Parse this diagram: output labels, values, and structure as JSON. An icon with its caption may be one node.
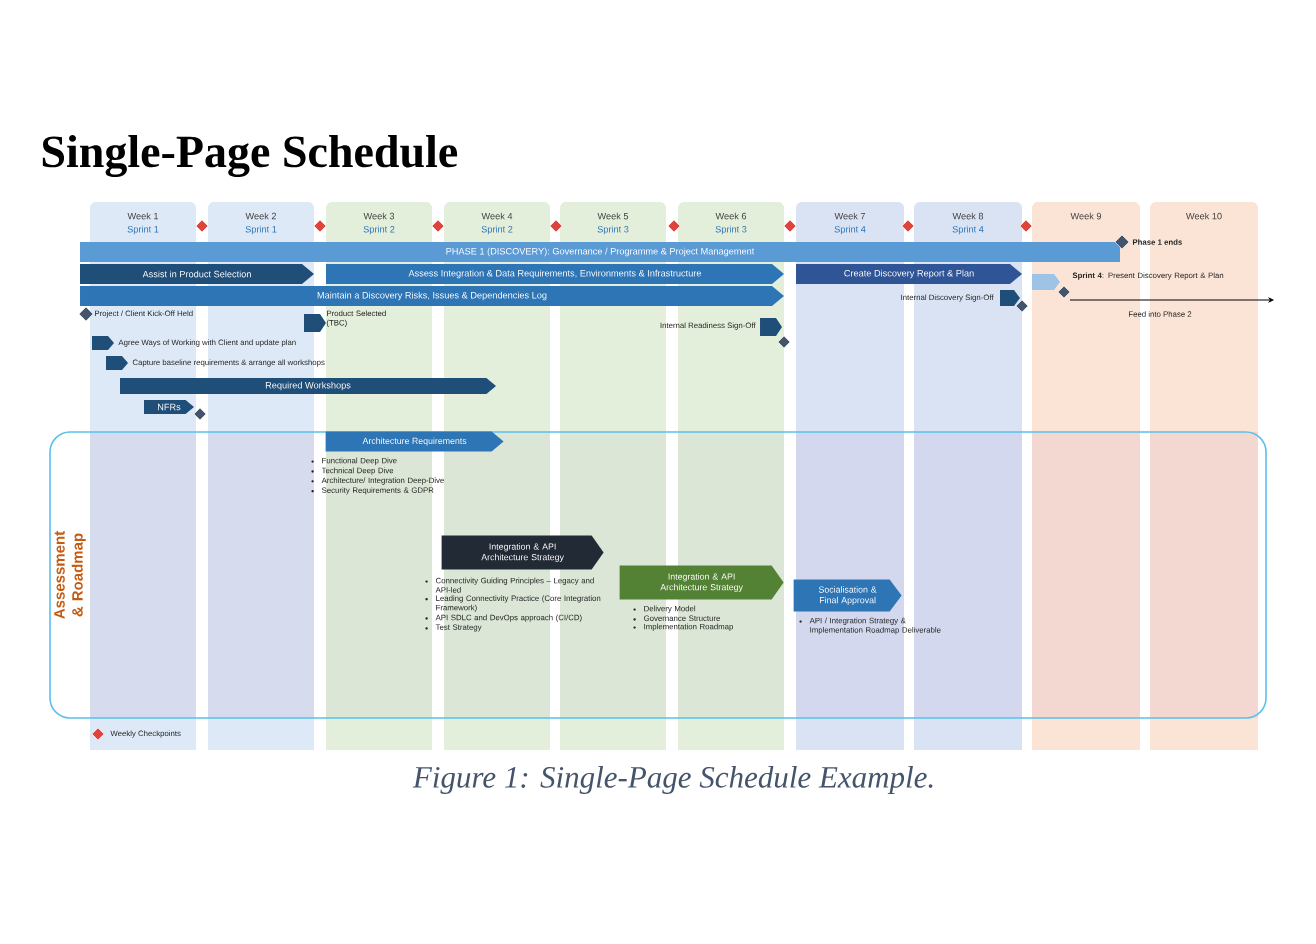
{
  "diagram": {
    "title": "Single-Page Schedule",
    "caption": "Figure 1: Single-Page Schedule Example.",
    "nodes": [
      {
        "text": [
          "PHASE 1 (DISCOVERY): Governance / Programme & Project Management"
        ]
      },
      {
        "text": [],
        "shape": "diamond",
        "beside": [
          "Phase 1 ends"
        ]
      },
      {
        "text": [
          "Assist in Product Selection"
        ]
      },
      {
        "text": [
          "Assess Integration & Data Requirements, Environments & Infrastructure"
        ]
      },
      {
        "text": [
          "Create Discovery Report & Plan"
        ]
      },
      {
        "text": [],
        "shape": "chevron",
        "beside": [
          "**Sprint 4**: Present Discovery Report & Plan"
        ]
      },
      {
        "text": [
          "Maintain a Discovery Risks, Issues & Dependencies Log"
        ]
      },
      {
        "text": [],
        "shape": "chevron",
        "beside": [
          "Internal Discovery Sign-Off"
        ]
      },
      {
        "text": [],
        "shape": "diamond",
        "beside": [
          "Project / Client Kick-Off Held"
        ]
      },
      {
        "text": [],
        "shape": "chevron",
        "beside": [
          "Product Selected (TBC)"
        ]
      },
      {
        "text": [],
        "shape": "chevron",
        "beside": [
          "Internal Readiness Sign-Off"
        ]
      },
      {
        "text": [],
        "shape": "chevron",
        "beside": [
          "Agree Ways of Working with Client and update plan"
        ]
      },
      {
        "text": [],
        "shape": "chevron",
        "beside": [
          "Capture baseline requirements & arrange all workshops"
        ]
      },
      {
        "text": [
          "Required Workshops"
        ]
      },
      {
        "text": [
          "NFRs"
        ]
      },
      {
        "text": [
          "Assessment & Roadmap"
        ]
      },
      {
        "text": [
          "Architecture Requirements"
        ],
        "in": 15,
        "beside": [
          "Functional Deep Dive",
          "Technical Deep Dive",
          "Architecture/ Integration Deep-Dive",
          "Security Requirements & GDPR"
        ]
      },
      {
        "text": [
          "Integration & API Architecture Strategy"
        ],
        "in": 15,
        "beside": [
          "Connectivity Guiding Principles – Legacy and API-led",
          "Leading Connectivity Practice (Core Integration Framework)",
          "API SDLC and DevOps approach (CI/CD)",
          "Test Strategy"
        ]
      },
      {
        "text": [
          "Integration & API Architecture Strategy"
        ],
        "in": 15,
        "beside": [
          "Delivery Model",
          "Governance Structure",
          "Implementation Roadmap"
        ]
      },
      {
        "text": [
          "Socialisation & Final Approval"
        ],
        "in": 15,
        "beside": [
          "API / Integration Strategy & Implementation Roadmap Deliverable"
        ]
      }
    ],
    "labels": [
      "Feed into Phase 2",
      "Week 1",
      "Sprint 1",
      "Week 2",
      "Sprint 1",
      "Week 3",
      "Sprint 2",
      "Week 4",
      "Sprint 2",
      "Week 5",
      "Sprint 3",
      "Week 6",
      "Sprint 3",
      "Week 7",
      "Sprint 4",
      "Week 8",
      "Sprint 4",
      "Week 9",
      "Week 10"
    ],
    "legend": [
      {
        "text": "Weekly Checkpoints"
      }
    ]
  }
}
